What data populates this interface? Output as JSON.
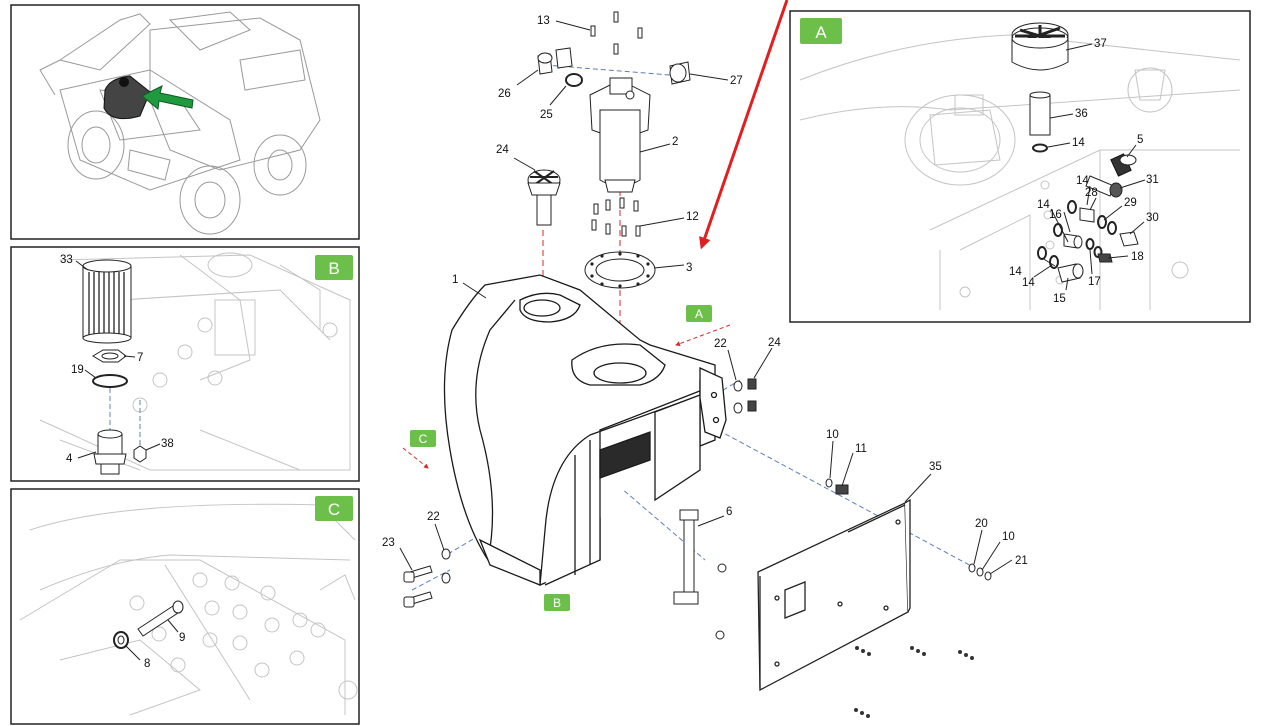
{
  "colors": {
    "tag_green": "#6cc04a",
    "arrow_red": "#e02020",
    "pointer_green": "#1f9a3e",
    "leader_blue": "#5b7fb8",
    "line_dark": "#1a1a1a",
    "line_faint": "#c4c4c4"
  },
  "panels": {
    "overview": {
      "name": "machine-overview"
    },
    "A": {
      "tag": "A"
    },
    "B": {
      "tag": "B"
    },
    "C": {
      "tag": "C"
    }
  },
  "view_tags": {
    "A": "A",
    "B": "B",
    "C": "C"
  },
  "callouts": {
    "main": {
      "c1": "1",
      "c2": "2",
      "c3": "3",
      "c6": "6",
      "c10a": "10",
      "c10b": "10",
      "c11": "11",
      "c12": "12",
      "c13": "13",
      "c20": "20",
      "c21": "21",
      "c22a": "22",
      "c22b": "22",
      "c23": "23",
      "c24a": "24",
      "c24b": "24",
      "c25": "25",
      "c26": "26",
      "c27": "27",
      "c35": "35"
    },
    "A": {
      "c5": "5",
      "c14a": "14",
      "c14b": "14",
      "c14c": "14",
      "c14d": "14",
      "c14e": "14",
      "c15": "15",
      "c16": "16",
      "c17": "17",
      "c18": "18",
      "c28": "28",
      "c29": "29",
      "c30": "30",
      "c31": "31",
      "c36": "36",
      "c37": "37"
    },
    "B": {
      "c4": "4",
      "c7": "7",
      "c19": "19",
      "c33": "33",
      "c38": "38"
    },
    "C": {
      "c8": "8",
      "c9": "9"
    }
  }
}
